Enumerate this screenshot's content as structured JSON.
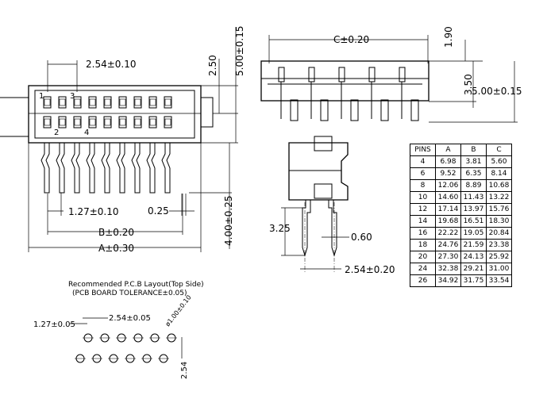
{
  "front_view": {
    "dim_pitch": "2.54±0.10",
    "dim_height_top": "2.50",
    "dim_height_total": "5.00±0.15",
    "pin1": "1",
    "pin2": "2",
    "pin3": "3",
    "pin4": "4",
    "dim_half_pitch": "1.27±0.10",
    "dim_pin_width": "0.25",
    "dim_b": "B±0.20",
    "dim_a": "A±0.30",
    "dim_lead": "4.00±0.25"
  },
  "side_view": {
    "dim_c": "C±0.20",
    "dim_1_90": "1.90",
    "dim_3_50": "3.50",
    "dim_height": "5.00±0.15"
  },
  "end_view": {
    "dim_3_25": "3.25",
    "dim_0_60": "0.60",
    "dim_2_54": "2.54±0.20"
  },
  "pcb_layout": {
    "title_line1": "Recommended P.C.B Layout(Top Side)",
    "title_line2": "(PCB BOARD TOLERANCE±0.05)",
    "dim_1_27": "1.27±0.05",
    "dim_2_54_h": "2.54±0.05",
    "dim_hole": "ø1.00±0.10",
    "dim_2_54_v": "2.54"
  },
  "table": {
    "headers": [
      "PINS",
      "A",
      "B",
      "C"
    ],
    "rows": [
      [
        "4",
        "6.98",
        "3.81",
        "5.60"
      ],
      [
        "6",
        "9.52",
        "6.35",
        "8.14"
      ],
      [
        "8",
        "12.06",
        "8.89",
        "10.68"
      ],
      [
        "10",
        "14.60",
        "11.43",
        "13.22"
      ],
      [
        "12",
        "17.14",
        "13.97",
        "15.76"
      ],
      [
        "14",
        "19.68",
        "16.51",
        "18.30"
      ],
      [
        "16",
        "22.22",
        "19.05",
        "20.84"
      ],
      [
        "18",
        "24.76",
        "21.59",
        "23.38"
      ],
      [
        "20",
        "27.30",
        "24.13",
        "25.92"
      ],
      [
        "24",
        "32.38",
        "29.21",
        "31.00"
      ],
      [
        "26",
        "34.92",
        "31.75",
        "33.54"
      ]
    ]
  }
}
